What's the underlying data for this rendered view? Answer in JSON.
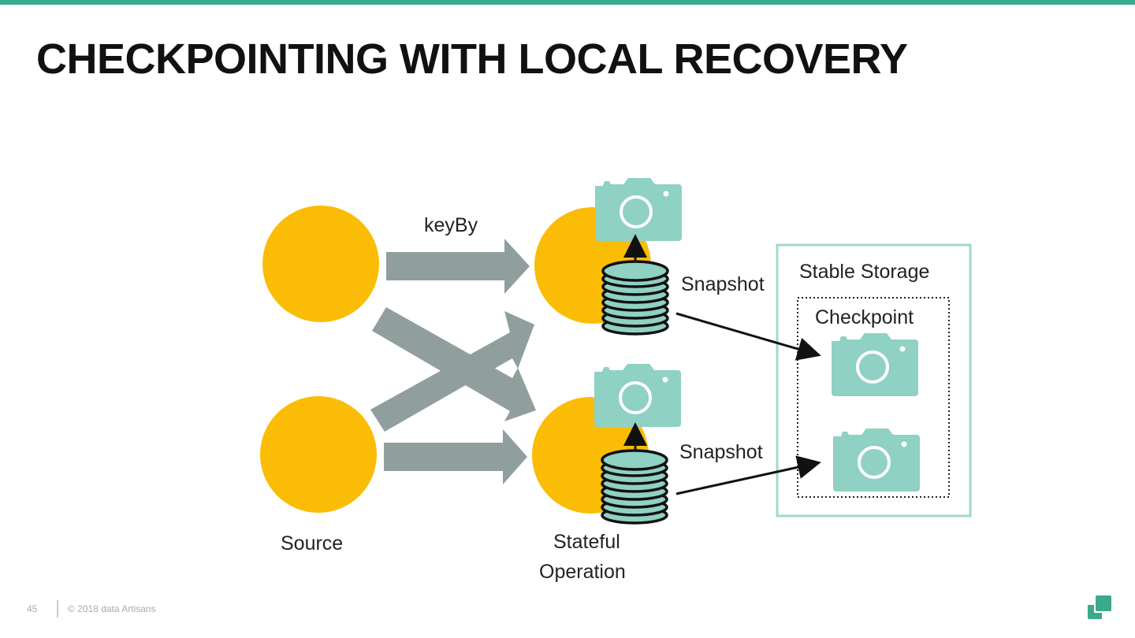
{
  "slide": {
    "title": "CHECKPOINTING WITH LOCAL RECOVERY",
    "page_number": "45",
    "copyright": "© 2018 data Artisans"
  },
  "colors": {
    "accent": "#3aaa8c",
    "operator": "#fbbc05",
    "arrow": "#919e9e",
    "snapshot": "#8fd1c3",
    "storage_border": "#9fd8cb"
  },
  "diagram": {
    "edge_label": "keyBy",
    "source_label": "Source",
    "stateful_label_line1": "Stateful",
    "stateful_label_line2": "Operation",
    "snapshot_top_label": "Snapshot",
    "snapshot_bottom_label": "Snapshot",
    "storage_label": "Stable Storage",
    "checkpoint_label": "Checkpoint"
  }
}
